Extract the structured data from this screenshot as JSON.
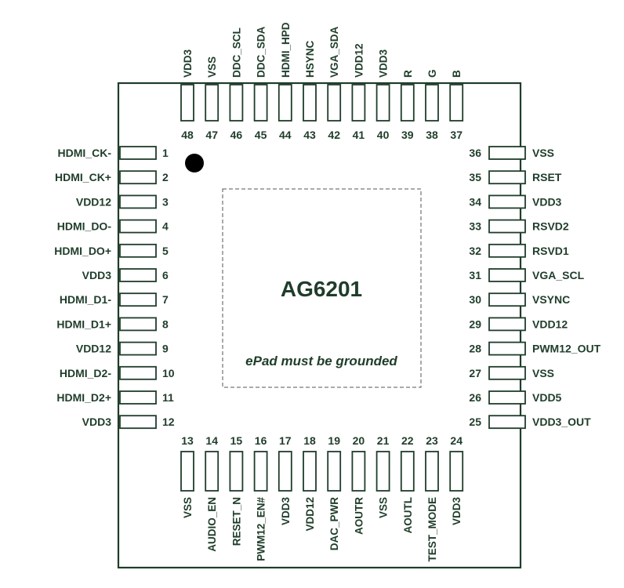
{
  "chip": {
    "part_number": "AG6201",
    "epad_note": "ePad must be grounded"
  },
  "pins": {
    "left": [
      {
        "num": "1",
        "name": "HDMI_CK-"
      },
      {
        "num": "2",
        "name": "HDMI_CK+"
      },
      {
        "num": "3",
        "name": "VDD12"
      },
      {
        "num": "4",
        "name": "HDMI_DO-"
      },
      {
        "num": "5",
        "name": "HDMI_DO+"
      },
      {
        "num": "6",
        "name": "VDD3"
      },
      {
        "num": "7",
        "name": "HDMI_D1-"
      },
      {
        "num": "8",
        "name": "HDMI_D1+"
      },
      {
        "num": "9",
        "name": "VDD12"
      },
      {
        "num": "10",
        "name": "HDMI_D2-"
      },
      {
        "num": "11",
        "name": "HDMI_D2+"
      },
      {
        "num": "12",
        "name": "VDD3"
      }
    ],
    "bottom": [
      {
        "num": "13",
        "name": "VSS"
      },
      {
        "num": "14",
        "name": "AUDIO_EN"
      },
      {
        "num": "15",
        "name": "RESET_N"
      },
      {
        "num": "16",
        "name": "PWM12_EN#"
      },
      {
        "num": "17",
        "name": "VDD3"
      },
      {
        "num": "18",
        "name": "VDD12"
      },
      {
        "num": "19",
        "name": "DAC_PWR"
      },
      {
        "num": "20",
        "name": "AOUTR"
      },
      {
        "num": "21",
        "name": "VSS"
      },
      {
        "num": "22",
        "name": "AOUTL"
      },
      {
        "num": "23",
        "name": "TEST_MODE"
      },
      {
        "num": "24",
        "name": "VDD3"
      }
    ],
    "right": [
      {
        "num": "36",
        "name": "VSS"
      },
      {
        "num": "35",
        "name": "RSET"
      },
      {
        "num": "34",
        "name": "VDD3"
      },
      {
        "num": "33",
        "name": "RSVD2"
      },
      {
        "num": "32",
        "name": "RSVD1"
      },
      {
        "num": "31",
        "name": "VGA_SCL"
      },
      {
        "num": "30",
        "name": "VSYNC"
      },
      {
        "num": "29",
        "name": "VDD12"
      },
      {
        "num": "28",
        "name": "PWM12_OUT"
      },
      {
        "num": "27",
        "name": "VSS"
      },
      {
        "num": "26",
        "name": "VDD5"
      },
      {
        "num": "25",
        "name": "VDD3_OUT"
      }
    ],
    "top": [
      {
        "num": "48",
        "name": "VDD3"
      },
      {
        "num": "47",
        "name": "VSS"
      },
      {
        "num": "46",
        "name": "DDC_SCL"
      },
      {
        "num": "45",
        "name": "DDC_SDA"
      },
      {
        "num": "44",
        "name": "HDMI_HPD"
      },
      {
        "num": "43",
        "name": "HSYNC"
      },
      {
        "num": "42",
        "name": "VGA_SDA"
      },
      {
        "num": "41",
        "name": "VDD12"
      },
      {
        "num": "40",
        "name": "VDD3"
      },
      {
        "num": "39",
        "name": "R"
      },
      {
        "num": "38",
        "name": "G"
      },
      {
        "num": "37",
        "name": "B"
      }
    ]
  },
  "colors": {
    "outline": "#1f3d2a",
    "text": "#1f3d2a",
    "dot": "#000000",
    "epad_border": "#555555"
  }
}
